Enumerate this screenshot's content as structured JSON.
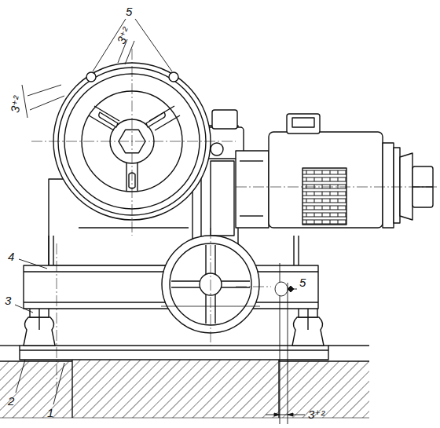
{
  "diagram": {
    "labels": [
      "5",
      "3⁺²",
      "3⁺²",
      "4",
      "5",
      "3",
      "2",
      "1",
      "3⁺²"
    ]
  }
}
